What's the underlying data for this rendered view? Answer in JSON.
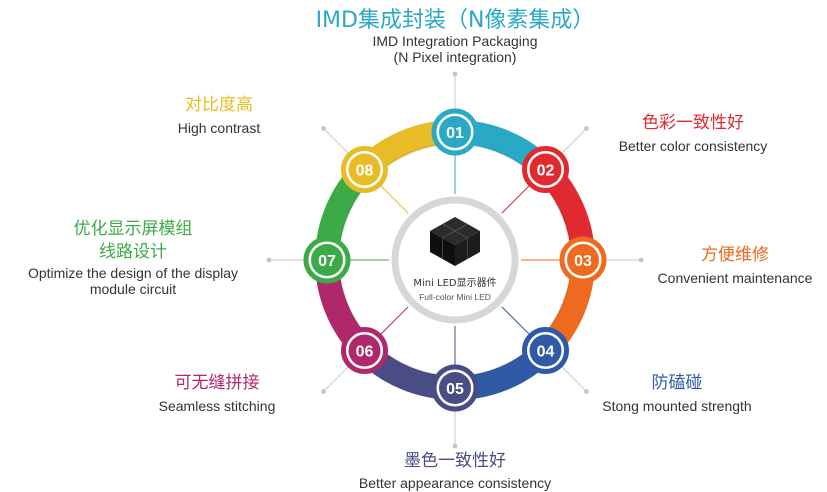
{
  "center": {
    "label_cn": "Mini LED显示器件",
    "label_en": "Full-color Mini LED"
  },
  "nodes": [
    {
      "num": "01",
      "cn": "IMD集成封装（N像素集成）",
      "en": [
        "IMD Integration Packaging",
        "(N Pixel integration)"
      ],
      "color": "#2aa9c6"
    },
    {
      "num": "02",
      "cn": "色彩一致性好",
      "en": [
        "Better color consistency"
      ],
      "color": "#e02a30"
    },
    {
      "num": "03",
      "cn": "方便维修",
      "en": [
        "Convenient maintenance"
      ],
      "color": "#ee6a1e"
    },
    {
      "num": "04",
      "cn": "防磕碰",
      "en": [
        "Stong mounted strength"
      ],
      "color": "#2f5aa6"
    },
    {
      "num": "05",
      "cn": "墨色一致性好",
      "en": [
        "Better appearance consistency"
      ],
      "color": "#4a4d85"
    },
    {
      "num": "06",
      "cn": "可无缝拼接",
      "en": [
        "Seamless stitching"
      ],
      "color": "#b0286c"
    },
    {
      "num": "07",
      "cn": [
        "优化显示屏模组",
        "线路设计"
      ],
      "en": [
        "Optimize the design of the display",
        "module circuit"
      ],
      "color": "#3daa48"
    },
    {
      "num": "08",
      "cn": "对比度高",
      "en": [
        "High contrast"
      ],
      "color": "#e8bc26"
    }
  ]
}
